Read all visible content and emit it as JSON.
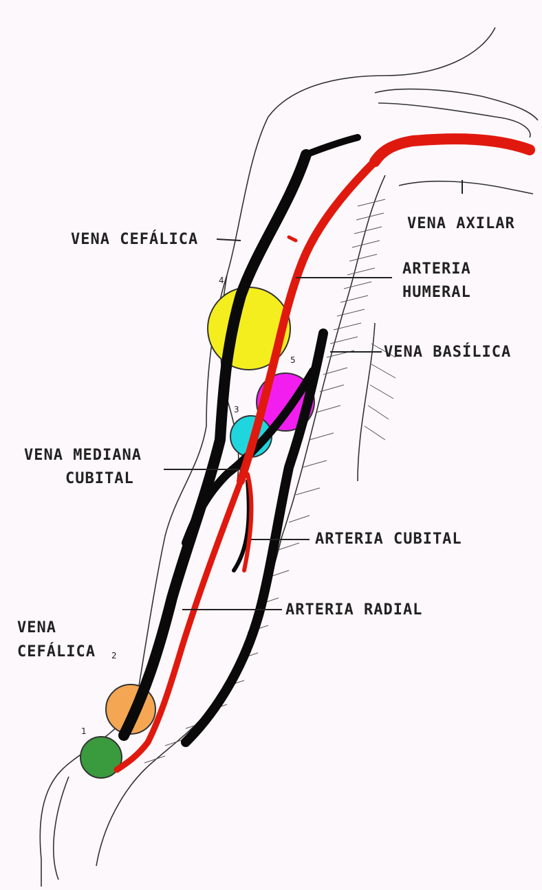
{
  "labels": {
    "vena_cefalica_upper": "VENA CEFÁLICA",
    "vena_axilar": "VENA AXILAR",
    "arteria_humeral_1": "ARTERIA",
    "arteria_humeral_2": "HUMERAL",
    "vena_basilica": "VENA BASÍLICA",
    "vena_mediana_1": "VENA MEDIANA",
    "vena_mediana_2": "CUBITAL",
    "arteria_cubital": "ARTERIA CUBITAL",
    "arteria_radial": "ARTERIA RADIAL",
    "vena_cefalica_lower_1": "VENA",
    "vena_cefalica_lower_2": "CEFÁLICA"
  },
  "site_numbers": {
    "site_1": "1",
    "site_2": "2",
    "site_3": "3",
    "site_4": "4",
    "site_5": "5"
  },
  "colors": {
    "artery": "#e0190f",
    "vein": "#0a0a0a",
    "site_4": "#f5ee1e",
    "site_5": "#f21ef0",
    "site_3": "#1fd6de",
    "site_2": "#f5a653",
    "site_1": "#3a9a3e"
  }
}
